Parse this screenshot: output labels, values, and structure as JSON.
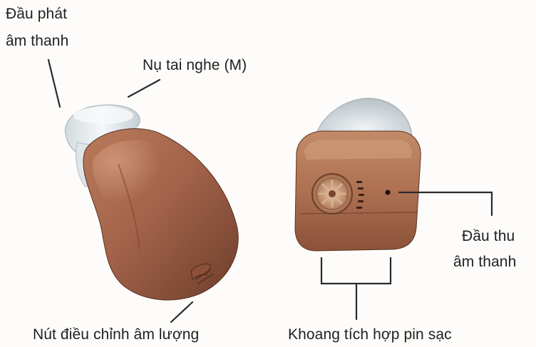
{
  "labels": {
    "speaker_head": [
      "Đầu phát",
      "âm thanh"
    ],
    "ear_tip": "Nụ tai nghe (M)",
    "volume_button": "Nút điều chỉnh âm lượng",
    "microphone_head": [
      "Đầu thu",
      "âm thanh"
    ],
    "battery_compartment": "Khoang tích hợp pin sạc"
  },
  "colors": {
    "device_body": "#a96a4d",
    "device_shadow": "#6e3d2b",
    "ear_tip": "#e6ecef",
    "leader_line": "#2a2a2a",
    "text": "#1f1f1f"
  }
}
